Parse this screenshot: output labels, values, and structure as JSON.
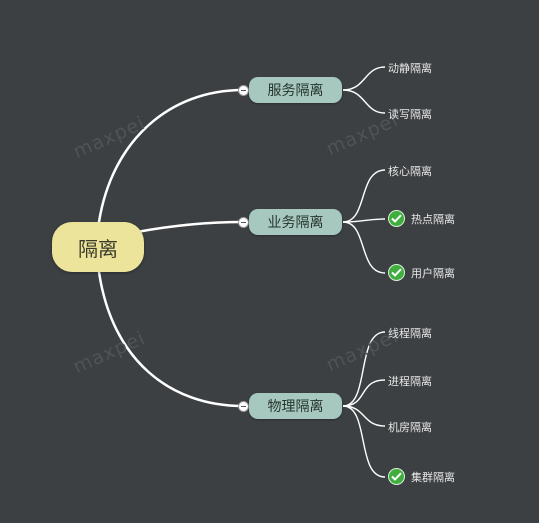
{
  "watermark": "maxpei",
  "root": {
    "label": "隔离"
  },
  "branches": [
    {
      "label": "服务隔离",
      "leaves": [
        {
          "label": "动静隔离",
          "done": false
        },
        {
          "label": "读写隔离",
          "done": false
        }
      ]
    },
    {
      "label": "业务隔离",
      "leaves": [
        {
          "label": "核心隔离",
          "done": false
        },
        {
          "label": "热点隔离",
          "done": true
        },
        {
          "label": "用户隔离",
          "done": true
        }
      ]
    },
    {
      "label": "物理隔离",
      "leaves": [
        {
          "label": "线程隔离",
          "done": false
        },
        {
          "label": "进程隔离",
          "done": false
        },
        {
          "label": "机房隔离",
          "done": false
        },
        {
          "label": "集群隔离",
          "done": true
        }
      ]
    }
  ],
  "colors": {
    "background": "#3d4043",
    "root": "#ece49b",
    "branch": "#a6c8be",
    "check": "#3fae3f",
    "connector": "#ffffff"
  },
  "icons": {
    "collapse": "collapse-minus-icon",
    "done": "checkmark-icon"
  }
}
